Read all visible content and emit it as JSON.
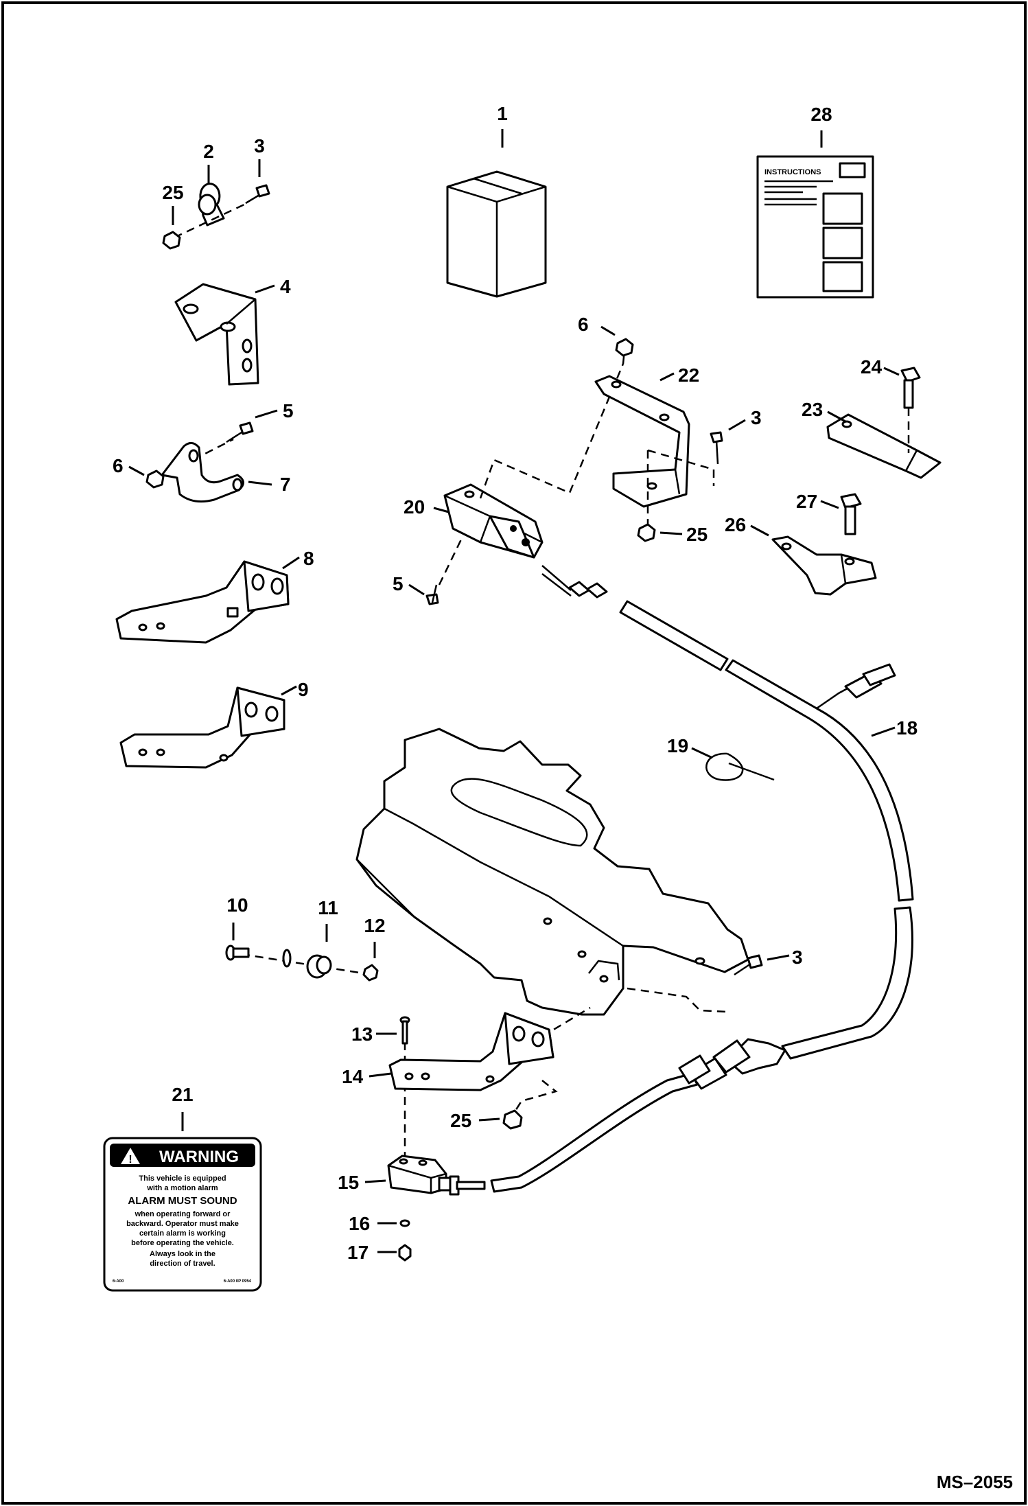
{
  "drawing_ref": "MS–2055",
  "callouts": [
    "1",
    "2",
    "3",
    "4",
    "5",
    "6",
    "7",
    "8",
    "9",
    "10",
    "11",
    "12",
    "13",
    "14",
    "15",
    "16",
    "17",
    "18",
    "19",
    "20",
    "21",
    "22",
    "23",
    "24",
    "25",
    "26",
    "27",
    "28"
  ],
  "instructions_sheet": {
    "title": "INSTRUCTIONS"
  },
  "warning_decal": {
    "title": "WARNING",
    "lines": [
      "This vehicle is equipped",
      "with a motion alarm",
      "ALARM MUST SOUND",
      "when operating forward or",
      "backward. Operator must make",
      "certain alarm is working",
      "before operating the vehicle.",
      "Always look in the",
      "direction of travel."
    ],
    "footer_left": "6-A00",
    "footer_right": "6-A00 0P 0954"
  }
}
